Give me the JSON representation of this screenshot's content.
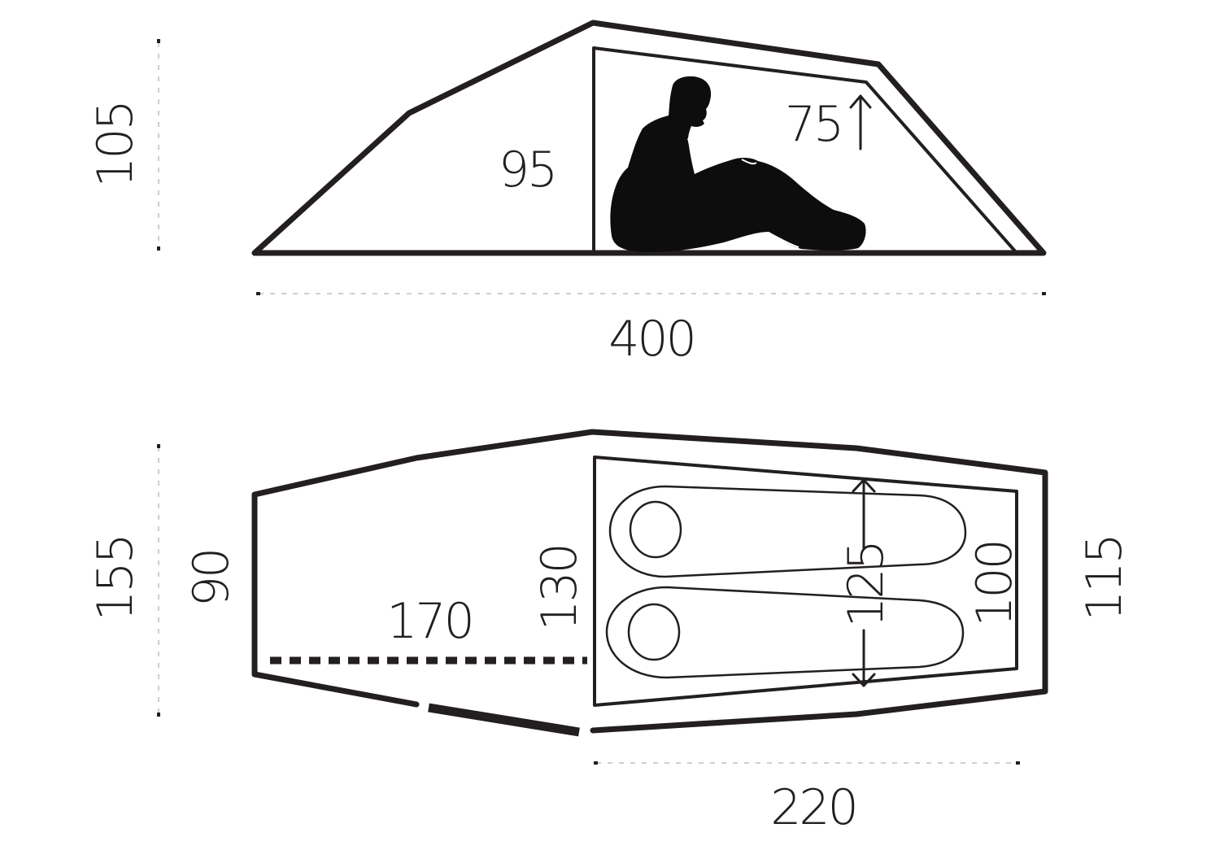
{
  "side_view": {
    "height_outer": "105",
    "height_inner": "95",
    "headroom": "75",
    "length": "400"
  },
  "floor_plan": {
    "width_total": "155",
    "width_vestibule_end": "90",
    "vestibule_length": "170",
    "inner_width_front": "130",
    "sleeping_pad_length": "125",
    "inner_width_rear": "100",
    "width_rear": "115",
    "inner_length": "220"
  },
  "colors": {
    "line": "#231f20",
    "dimension_guide": "#bfbfbf",
    "silhouette": "#0d0d0d"
  }
}
